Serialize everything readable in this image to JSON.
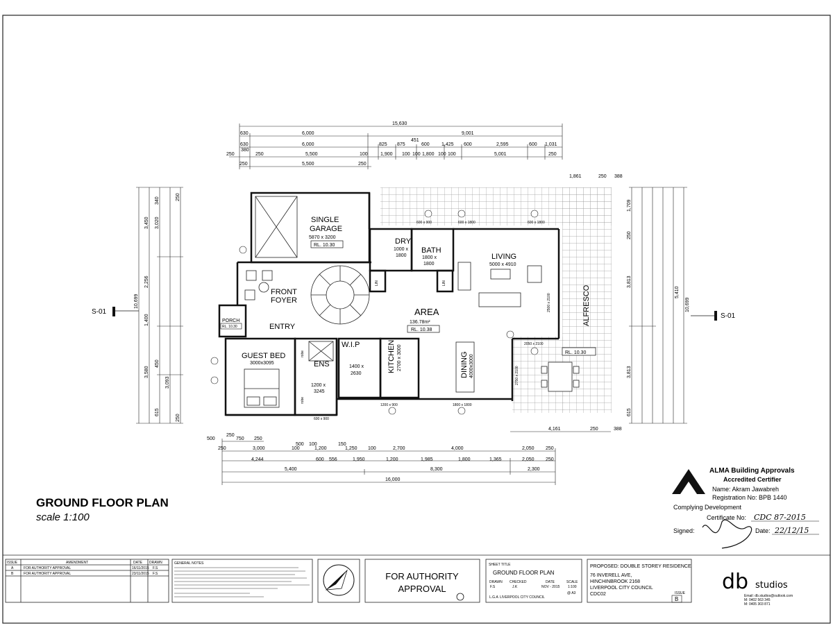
{
  "drawing": {
    "title": "GROUND FLOOR PLAN",
    "scale": "scale 1:100",
    "section_marker": "S-01"
  },
  "rooms": {
    "single_garage": {
      "name_line1": "SINGLE",
      "name_line2": "GARAGE",
      "size": "5870 x 3200",
      "rl": "RL. 10.30"
    },
    "front_foyer": {
      "name_line1": "FRONT",
      "name_line2": "FOYER"
    },
    "entry": {
      "name": "ENTRY"
    },
    "porch": {
      "name": "PORCH",
      "rl": "RL. 10.30"
    },
    "guest_bed": {
      "name": "GUEST BED",
      "size": "3000x3095"
    },
    "ens": {
      "name": "ENS",
      "size_line1": "1200 x",
      "size_line2": "3245"
    },
    "robe": "robe",
    "wip": {
      "name": "W.I.P",
      "size_line1": "1400 x",
      "size_line2": "2630"
    },
    "kitchen": {
      "name": "KITCHEN",
      "size": "2700 x 3000"
    },
    "dry": {
      "name": "DRY",
      "size_line1": "1000 x",
      "size_line2": "1800"
    },
    "bath": {
      "name": "BATH",
      "size_line1": "1800 x",
      "size_line2": "1800"
    },
    "lin": "LIN",
    "area": {
      "name": "AREA",
      "size": "136.78m²",
      "rl": "RL. 10.38"
    },
    "living": {
      "name": "LIVING",
      "size": "5000 x 4910"
    },
    "dining": {
      "name": "DINING",
      "size": "4000x3000"
    },
    "alfresco": {
      "name": "ALFRESCO",
      "rl": "RL. 10.30"
    }
  },
  "dimensions": {
    "top": [
      "15,630",
      "630",
      "6,000",
      "9,001",
      "630",
      "6,000",
      "825",
      "875",
      "451",
      "600",
      "1,425",
      "600",
      "2,595",
      "600",
      "1,031",
      "250",
      "380",
      "250",
      "5,500",
      "100",
      "1,900",
      "100",
      "100",
      "1,800",
      "100",
      "100",
      "5,001",
      "250",
      "250",
      "5,500",
      "250",
      "1,861",
      "250",
      "388"
    ],
    "bottom": [
      "500",
      "250",
      "750",
      "250",
      "250",
      "3,000",
      "100",
      "500",
      "100",
      "150",
      "1,200",
      "1,250",
      "100",
      "2,700",
      "4,000",
      "2,050",
      "250",
      "4,244",
      "600",
      "556",
      "1,950",
      "1,200",
      "1,985",
      "1,800",
      "1,365",
      "2,050",
      "250",
      "5,400",
      "8,300",
      "2,300",
      "16,000",
      "4,161",
      "250",
      "388"
    ],
    "left": [
      "10,699",
      "3,450",
      "3,020",
      "340",
      "250",
      "2,256",
      "1,400",
      "3,580",
      "450",
      "3,093",
      "615",
      "250"
    ],
    "right": [
      "10,699",
      "5,410",
      "3,813",
      "3,813",
      "1,709",
      "615",
      "250"
    ]
  },
  "windows": [
    "600 x 900",
    "600 x 1800",
    "600 x 1800",
    "1200 x 900",
    "1800 x 1800",
    "600 x 900",
    "2050 x 2100",
    "2750 x 2100",
    "2500 x 2100"
  ],
  "certifier": {
    "company": "ALMA Building Approvals",
    "type": "Accredited Certifier",
    "name": "Name: Akram Jawabreh",
    "registration": "Registration No: BPB 1440",
    "status": "Complying Development",
    "certificate_label": "Certificate No:",
    "certificate_value": "CDC 87-2015",
    "signed_label": "Signed:",
    "date_label": "Date:",
    "date_value": "22/12/15"
  },
  "title_block": {
    "issue_header": "ISSUE",
    "amendment_header": "AMENDMENT",
    "date_header": "DATE",
    "drawn_header": "DRAWN",
    "rows": [
      {
        "issue": "A",
        "amendment": "FOR AUTHORITY APPROVAL",
        "date": "16/11/2015",
        "drawn": "F.S"
      },
      {
        "issue": "B",
        "amendment": "FOR AUTHORITY APPROVAL",
        "date": "23/11/2015",
        "drawn": "F.S"
      }
    ],
    "general_notes_title": "GENERAL NOTES",
    "approval_line1": "FOR AUTHORITY",
    "approval_line2": "APPROVAL",
    "sheet_title_label": "SHEET TITLE",
    "sheet_title": "GROUND FLOOR PLAN",
    "drawn_label": "DRAWN",
    "drawn_value": "F.S",
    "checked_label": "CHECKED",
    "checked_value": "J.K",
    "date_label": "DATE",
    "date_value": "NOV - 2015",
    "scale_label": "SCALE",
    "scale_value": "1:100",
    "paper": "@ A3",
    "lga_label": "L.G.A",
    "lga_value": "LIVERPOOL CITY COUNCIL",
    "proposed": "PROPOSED:  DOUBLE STOREY RESIDENCE",
    "address1": "76 INVERELL AVE,",
    "address2": "HINCHINBROOK 2168",
    "council": "LIVERPOOL CITY COUNCIL",
    "drawing_no": "CDC02",
    "issue_label": "ISSUE",
    "issue_value": "B",
    "firm_logo": "db",
    "firm_name": "studios",
    "email": "Email: db.studios@outlook.com",
    "phone1": "M: 0402 563 345",
    "phone2": "M: 0405 303 871"
  },
  "colors": {
    "ink": "#111111",
    "paper": "#ffffff",
    "tile": "#9a9a9a"
  }
}
